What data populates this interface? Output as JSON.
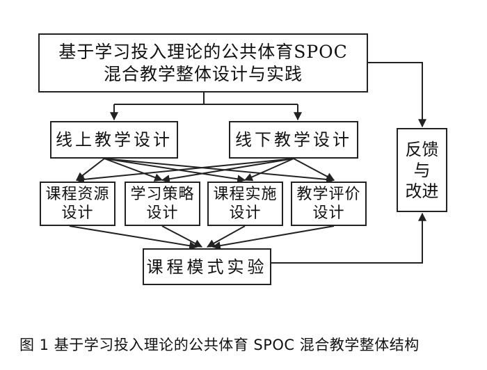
{
  "diagram": {
    "top_box": {
      "line1": "基于学习投入理论的公共体育SPOC",
      "line2": "混合教学整体设计与实践"
    },
    "online": "线上教学设计",
    "offline": "线下教学设计",
    "subs": [
      {
        "line1": "课程资源",
        "line2": "设计"
      },
      {
        "line1": "学习策略",
        "line2": "设计"
      },
      {
        "line1": "课程实施",
        "line2": "设计"
      },
      {
        "line1": "教学评价",
        "line2": "设计"
      }
    ],
    "experiment": "课程模式实验",
    "feedback": {
      "line1": "反馈",
      "line2": "与",
      "line3": "改进"
    }
  },
  "caption": "图 1  基于学习投入理论的公共体育 SPOC 混合教学整体结构"
}
